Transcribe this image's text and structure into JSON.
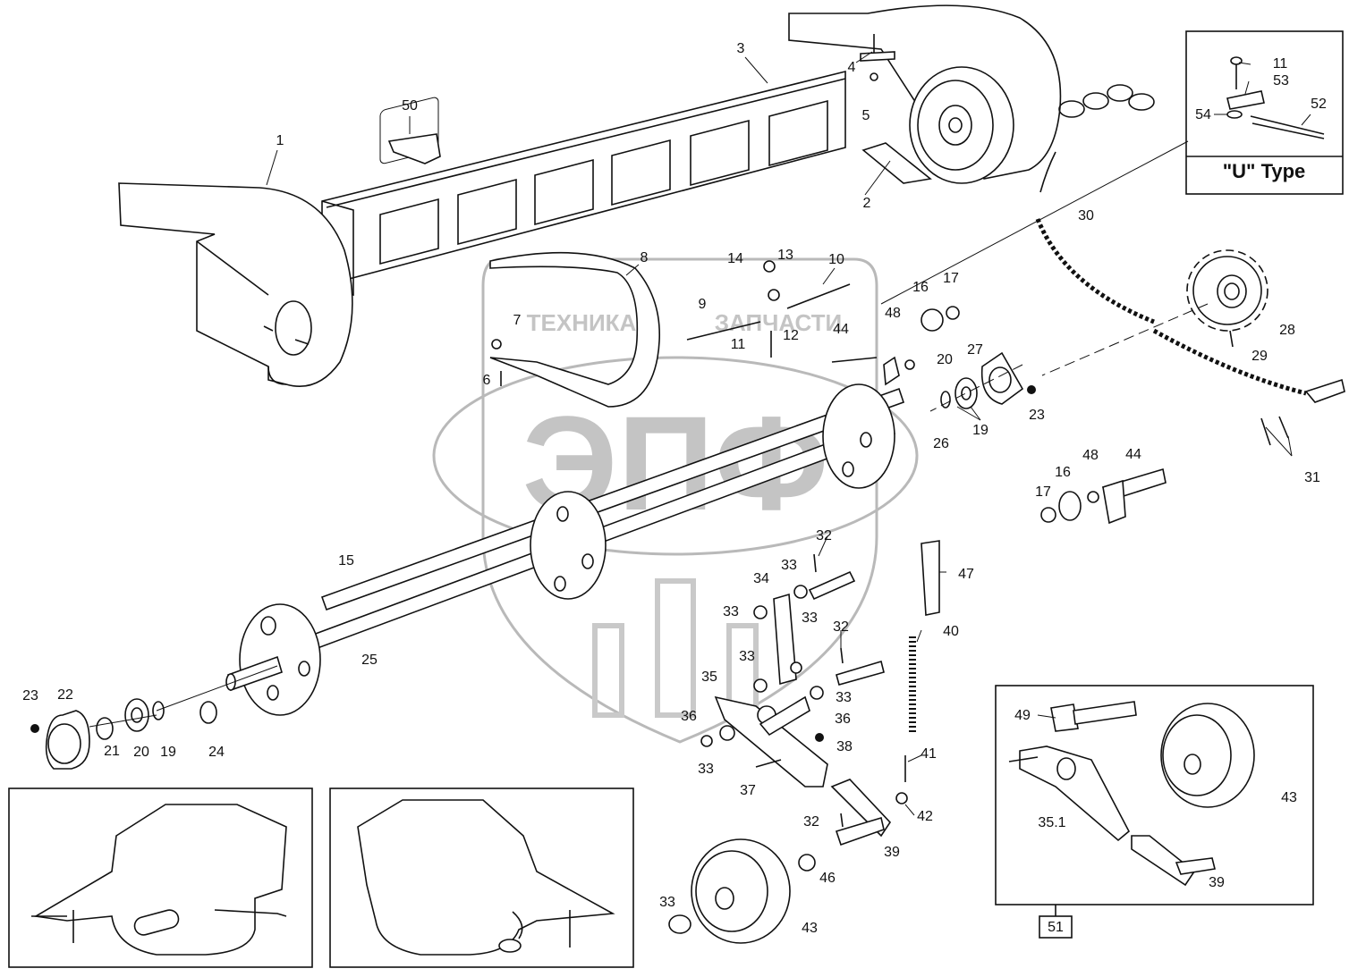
{
  "inset_legend": {
    "title": "\"U\"  Type"
  },
  "watermark": {
    "letters": "ЭПФ",
    "left_word": "ТЕХНИКА",
    "right_word": "ЗАПЧАСТИ"
  },
  "part_labels": [
    {
      "text": "1"
    },
    {
      "text": "2"
    },
    {
      "text": "3"
    },
    {
      "text": "4"
    },
    {
      "text": "5"
    },
    {
      "text": "50"
    },
    {
      "text": "8"
    },
    {
      "text": "7"
    },
    {
      "text": "6"
    },
    {
      "text": "9"
    },
    {
      "text": "14"
    },
    {
      "text": "13"
    },
    {
      "text": "10"
    },
    {
      "text": "11"
    },
    {
      "text": "12"
    },
    {
      "text": "44"
    },
    {
      "text": "48"
    },
    {
      "text": "16"
    },
    {
      "text": "17"
    },
    {
      "text": "20"
    },
    {
      "text": "27"
    },
    {
      "text": "19"
    },
    {
      "text": "23"
    },
    {
      "text": "26"
    },
    {
      "text": "30"
    },
    {
      "text": "28"
    },
    {
      "text": "29"
    },
    {
      "text": "31"
    },
    {
      "text": "17"
    },
    {
      "text": "16"
    },
    {
      "text": "48"
    },
    {
      "text": "44"
    },
    {
      "text": "15"
    },
    {
      "text": "25"
    },
    {
      "text": "23"
    },
    {
      "text": "22"
    },
    {
      "text": "21"
    },
    {
      "text": "20"
    },
    {
      "text": "19"
    },
    {
      "text": "24"
    },
    {
      "text": "32"
    },
    {
      "text": "34"
    },
    {
      "text": "33"
    },
    {
      "text": "33"
    },
    {
      "text": "33"
    },
    {
      "text": "32"
    },
    {
      "text": "33"
    },
    {
      "text": "35"
    },
    {
      "text": "33"
    },
    {
      "text": "36"
    },
    {
      "text": "36"
    },
    {
      "text": "38"
    },
    {
      "text": "33"
    },
    {
      "text": "37"
    },
    {
      "text": "47"
    },
    {
      "text": "40"
    },
    {
      "text": "41"
    },
    {
      "text": "42"
    },
    {
      "text": "32"
    },
    {
      "text": "39"
    },
    {
      "text": "46"
    },
    {
      "text": "33"
    },
    {
      "text": "43"
    },
    {
      "text": "11"
    },
    {
      "text": "53"
    },
    {
      "text": "54"
    },
    {
      "text": "52"
    },
    {
      "text": "49"
    },
    {
      "text": "35.1"
    },
    {
      "text": "43"
    },
    {
      "text": "39"
    },
    {
      "text": "51"
    }
  ]
}
